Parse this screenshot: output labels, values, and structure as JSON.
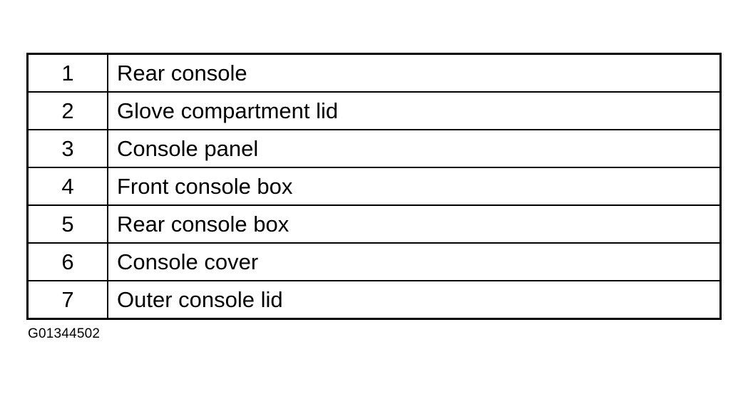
{
  "legend": {
    "rows": [
      {
        "number": "1",
        "description": "Rear console"
      },
      {
        "number": "2",
        "description": "Glove compartment lid"
      },
      {
        "number": "3",
        "description": "Console panel"
      },
      {
        "number": "4",
        "description": "Front console box"
      },
      {
        "number": "5",
        "description": "Rear console box"
      },
      {
        "number": "6",
        "description": "Console cover"
      },
      {
        "number": "7",
        "description": "Outer console lid"
      }
    ]
  },
  "figure_id": "G01344502"
}
